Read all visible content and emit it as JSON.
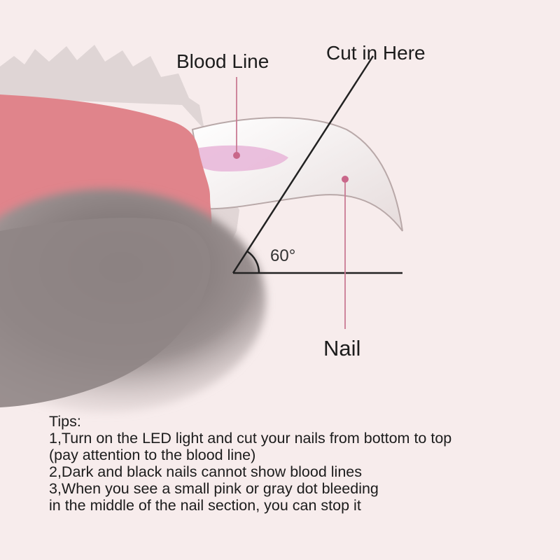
{
  "colors": {
    "background": "#f7ecec",
    "paw_pink": "#e0848b",
    "blood_line": "#e8b5d8",
    "nail": "#f5f0ee",
    "fur_gray": "#8b8080",
    "guide_line": "#c97a93",
    "cut_line": "#222222"
  },
  "labels": {
    "blood_line": "Blood Line",
    "cut_here": "Cut in Here",
    "nail": "Nail",
    "angle": "60°"
  },
  "tips": {
    "heading": "Tips:",
    "lines": [
      "1,Turn on the LED light and cut your nails from bottom to top",
      "(pay attention to the blood line)",
      "2,Dark and black nails cannot show blood lines",
      "3,When you see a small pink or gray dot bleeding",
      "in the middle of the nail section, you can stop it"
    ]
  }
}
